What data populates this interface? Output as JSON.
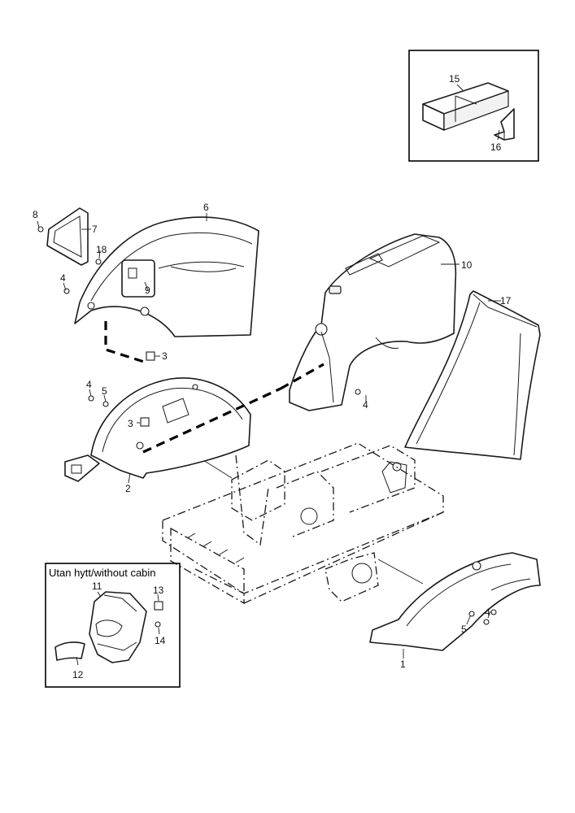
{
  "diagram": {
    "inset_without_cabin": {
      "title": "Utan hytt/without cabin",
      "callouts": [
        "11",
        "12",
        "13",
        "14"
      ]
    },
    "inset_accessory": {
      "callouts": [
        "15",
        "16"
      ]
    },
    "callouts": {
      "c1": "1",
      "c2": "2",
      "c3a": "3",
      "c3b": "3",
      "c4a": "4",
      "c4b": "4",
      "c4c": "4",
      "c4d": "4",
      "c5a": "5",
      "c5b": "5",
      "c6": "6",
      "c7": "7",
      "c8": "8",
      "c9": "9",
      "c10": "10",
      "c11": "11",
      "c12": "12",
      "c13": "13",
      "c14": "14",
      "c15": "15",
      "c16": "16",
      "c17": "17",
      "c18": "18"
    }
  }
}
